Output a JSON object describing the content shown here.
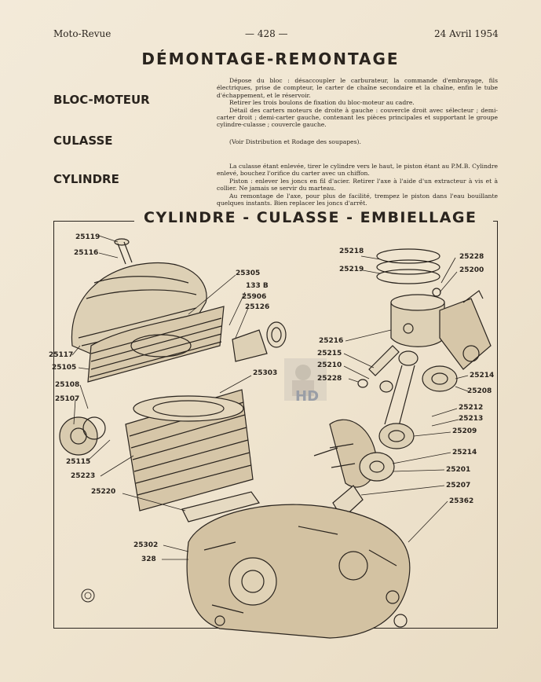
{
  "header": {
    "left": "Moto-Revue",
    "center": "— 428 —",
    "right": "24 Avril 1954"
  },
  "title": "DÉMONTAGE-REMONTAGE",
  "sections": [
    {
      "heading": "BLOC-MOTEUR",
      "paragraphs": [
        "Dépose du bloc : désaccoupler le carburateur, la commande d'embrayage, fils électriques, prise de compteur, le carter de chaîne secondaire et la chaîne, enfin le tube d'échappement, et le réservoir.",
        "Retirer les trois boulons de fixation du bloc-moteur au cadre.",
        "Détail des carters moteurs de droite à gauche : couvercle droit avec sélecteur ; demi-carter droit ; demi-carter gauche, contenant les pièces principales et supportant le groupe cylindre-culasse ; couvercle gauche."
      ]
    },
    {
      "heading": "CULASSE",
      "paragraphs": [
        "(Voir Distribution et Rodage des soupapes)."
      ]
    },
    {
      "heading": "CYLINDRE",
      "paragraphs": [
        "La culasse étant enlevée, tirer le cylindre vers le haut, le piston étant au P.M.B. Cylindre enlevé, bouchez l'orifice du carter avec un chiffon.",
        "Piston : enlever les joncs en fil d'acier. Retirer l'axe à l'aide d'un extracteur à vis et à collier. Ne jamais se servir du marteau.",
        "Au remontage de l'axe, pour plus de facilité, trempez le piston dans l'eau bouillante quelques instants. Bien replacer les joncs d'arrêt."
      ]
    }
  ],
  "diagram": {
    "title": "CYLINDRE - CULASSE - EMBIELLAGE",
    "watermark": "HD",
    "labels_left": [
      "25119",
      "25116",
      "25117",
      "25105",
      "25108",
      "25107",
      "25115",
      "25223",
      "25220",
      "25302",
      "328"
    ],
    "labels_center": [
      "25305",
      "133 B",
      "25906",
      "25126",
      "25303",
      "25215",
      "25210",
      "25228"
    ],
    "labels_right": [
      "25218",
      "25219",
      "25228",
      "25200",
      "25216",
      "25214",
      "25208",
      "25212",
      "25213",
      "25209",
      "25214",
      "25201",
      "25207",
      "25362"
    ]
  }
}
